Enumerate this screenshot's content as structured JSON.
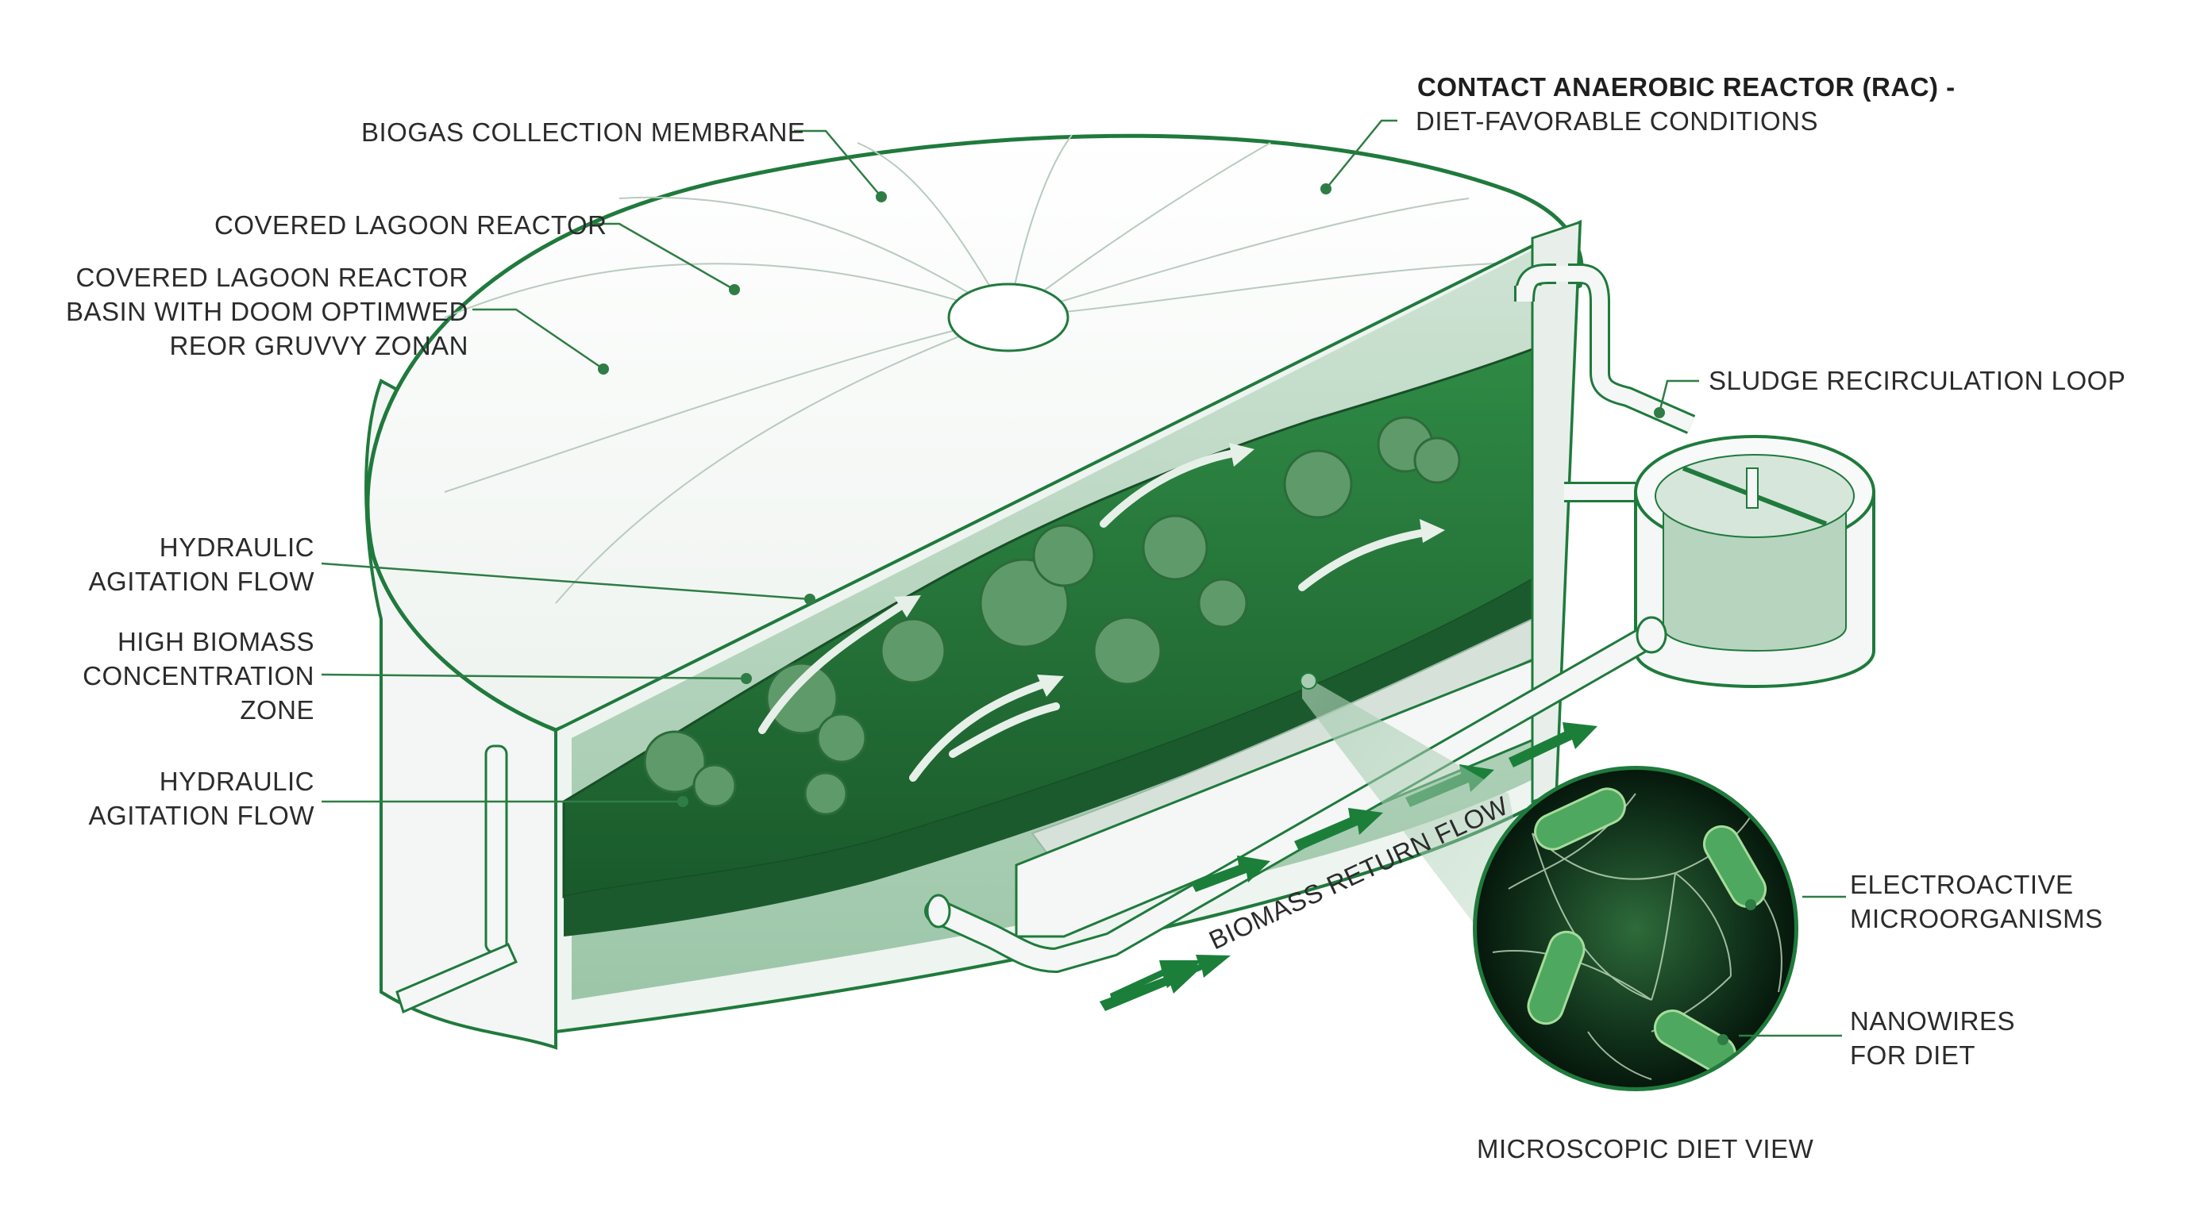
{
  "colors": {
    "outline": "#1f7a3c",
    "arrow": "#1b7f3a",
    "liquid": "#a9cdb3",
    "sludge": "#2d7a3f",
    "leader": "#2e7d44",
    "text": "#2b2b2b"
  },
  "labels": {
    "biogas_membrane": "BIOGAS COLLECTION MEMBRANE",
    "covered_lagoon": "COVERED LAGOON REACTOR",
    "basin_line1": "COVERED LAGOON REACTOR",
    "basin_line2": "BASIN WITH DOOM OPTIMWED",
    "basin_line3": "REOR GRUVVY ZONAN",
    "rac_line1": "CONTACT ANAEROBIC REACTOR (RAC) -",
    "rac_line2": "DIET-FAVORABLE CONDITIONS",
    "sludge_loop": "SLUDGE RECIRCULATION LOOP",
    "hydraulic_top_line1": "HYDRAULIC",
    "hydraulic_top_line2": "AGITATION FLOW",
    "biomass_line1": "HIGH BIOMASS",
    "biomass_line2": "CONCENTRATION",
    "biomass_line3": "ZONE",
    "hydraulic_bottom_line1": "HYDRAULIC",
    "hydraulic_bottom_line2": "AGITATION FLOW",
    "biomass_return": "BIOMASS RETURN FLOW",
    "electroactive_line1": "ELECTROACTIVE",
    "electroactive_line2": "MICROORGANISMS",
    "nanowires_line1": "NANOWIRES",
    "nanowires_line2": "FOR DIET",
    "microscopic_view": "MICROSCOPIC DIET VIEW"
  }
}
